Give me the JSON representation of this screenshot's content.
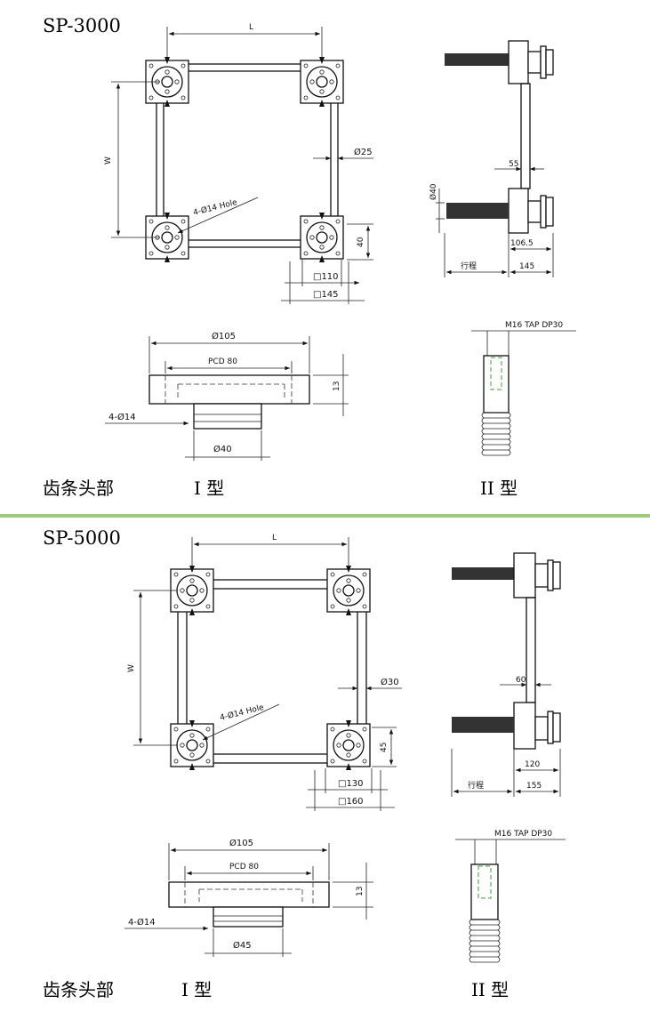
{
  "sections": [
    {
      "model": "SP-3000",
      "frame": {
        "L": "L",
        "W": "W",
        "hole": "4-Ø14 Hole",
        "tube": "Ø25",
        "offset": "40",
        "sq_inner": "□110",
        "sq_outer": "□145"
      },
      "side": {
        "rack_dia": "Ø40",
        "col": "55",
        "d1": "106.5",
        "travel": "行程",
        "d2": "145"
      },
      "type1": {
        "od": "Ø105",
        "pcd": "PCD 80",
        "thk": "13",
        "holes": "4-Ø14",
        "boss": "Ø40"
      },
      "type2": {
        "tap": "M16 TAP DP30"
      },
      "captions": {
        "head": "齿条头部",
        "t1": "I 型",
        "t2": "II 型"
      }
    },
    {
      "model": "SP-5000",
      "frame": {
        "L": "L",
        "W": "W",
        "hole": "4-Ø14 Hole",
        "tube": "Ø30",
        "offset": "45",
        "sq_inner": "□130",
        "sq_outer": "□160"
      },
      "side": {
        "col": "60",
        "d1": "120",
        "travel": "行程",
        "d2": "155"
      },
      "type1": {
        "od": "Ø105",
        "pcd": "PCD 80",
        "thk": "13",
        "holes": "4-Ø14",
        "boss": "Ø45"
      },
      "type2": {
        "tap": "M16 TAP DP30"
      },
      "captions": {
        "head": "齿条头部",
        "t1": "I 型",
        "t2": "II 型"
      }
    }
  ],
  "colors": {
    "divider": "#9ccc7c",
    "line": "#111111",
    "dash": "#3aa33a"
  }
}
